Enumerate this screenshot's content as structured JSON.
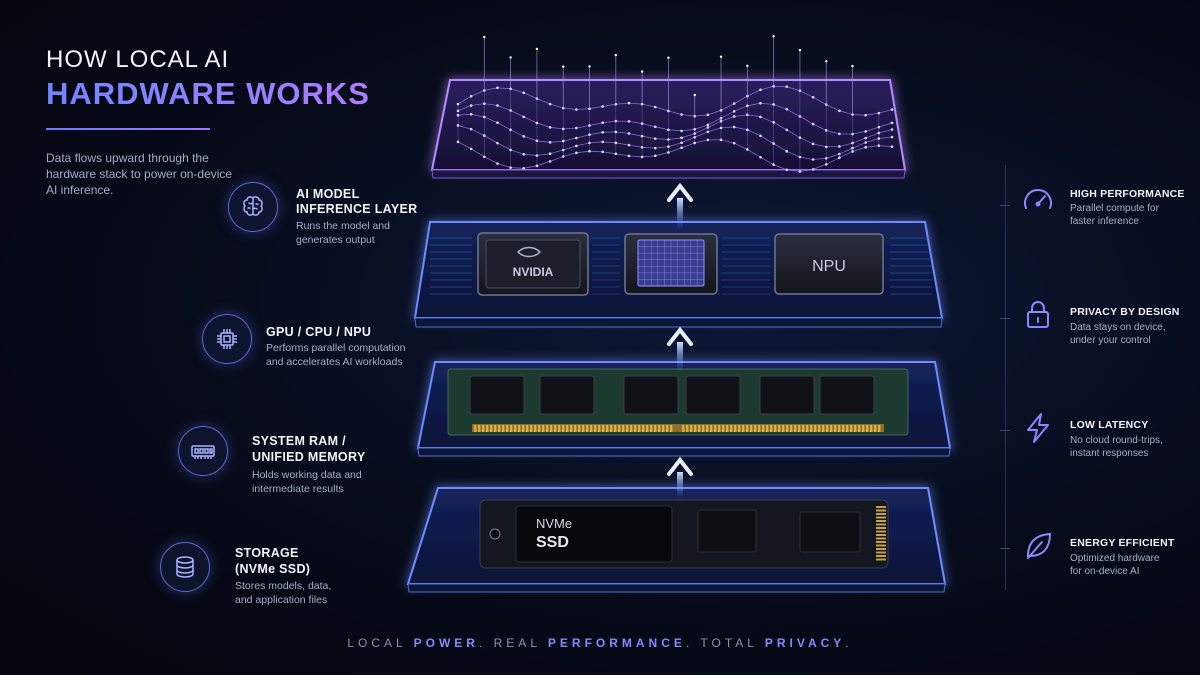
{
  "title": {
    "line1": "HOW LOCAL AI",
    "line2": "HARDWARE WORKS"
  },
  "intro": "Data flows upward through the hardware stack to power on-device AI inference.",
  "layers": [
    {
      "label_line1": "AI MODEL",
      "label_line2": "INFERENCE LAYER",
      "desc_line1": "Runs the model and",
      "desc_line2": "generates output",
      "icon": "brain-icon"
    },
    {
      "label_line1": "GPU / CPU / NPU",
      "label_line2": "",
      "desc_line1": "Performs parallel computation",
      "desc_line2": "and accelerates AI workloads",
      "icon": "chip-icon"
    },
    {
      "label_line1": "SYSTEM RAM /",
      "label_line2": "UNIFIED MEMORY",
      "desc_line1": "Holds working data and",
      "desc_line2": "intermediate results",
      "icon": "memory-module-icon"
    },
    {
      "label_line1": "STORAGE",
      "label_line2": "(NVMe SSD)",
      "desc_line1": "Stores models, data,",
      "desc_line2": "and application files",
      "icon": "database-icon"
    }
  ],
  "chips": {
    "gpu_brand": "NVIDIA",
    "npu": "NPU",
    "ssd_line1": "NVMe",
    "ssd_line2": "SSD"
  },
  "benefits": [
    {
      "label": "HIGH PERFORMANCE",
      "desc_line1": "Parallel compute for",
      "desc_line2": "faster inference",
      "icon": "speedometer-icon"
    },
    {
      "label": "PRIVACY BY DESIGN",
      "desc_line1": "Data stays on device,",
      "desc_line2": "under your control",
      "icon": "lock-icon"
    },
    {
      "label": "LOW LATENCY",
      "desc_line1": "No cloud round-trips,",
      "desc_line2": "instant responses",
      "icon": "lightning-icon"
    },
    {
      "label": "ENERGY EFFICIENT",
      "desc_line1": "Optimized hardware",
      "desc_line2": "for on-device AI",
      "icon": "leaf-icon"
    }
  ],
  "tagline": {
    "w1": "LOCAL",
    "h1": "POWER",
    "d1": ".",
    "w2": "REAL",
    "h2": "PERFORMANCE",
    "d2": ".",
    "w3": "TOTAL",
    "h3": "PRIVACY",
    "d3": "."
  },
  "colors": {
    "accent_blue": "#6b7cff",
    "accent_purple": "#a070ff",
    "background": "#060812"
  }
}
